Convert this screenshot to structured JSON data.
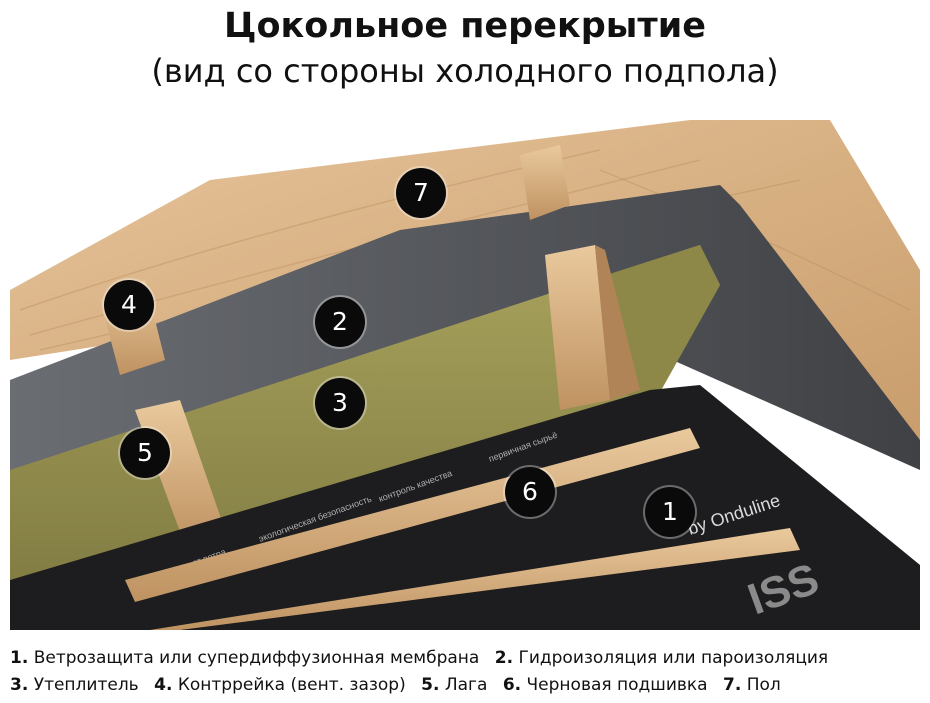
{
  "title": "Цокольное перекрытие",
  "subtitle": "(вид со стороны холодного подпола)",
  "colors": {
    "wood": "#d8b48a",
    "wood_dark": "#b98f63",
    "membrane_grey": "#5b5e63",
    "insulation": "#9a9553",
    "black_membrane": "#1d1d1f",
    "badge": "#0a0a0a"
  },
  "membrane_print": {
    "brand": "by Onduline",
    "logo": "ISS",
    "phrases": [
      "защищено от ветра",
      "экологическая безопасность",
      "контроль качества",
      "первичная сырьё"
    ]
  },
  "badges": [
    "1",
    "2",
    "3",
    "4",
    "5",
    "6",
    "7"
  ],
  "legend": {
    "row1": [
      {
        "num": "1.",
        "text": "Ветрозащита или супердиффузионная мембрана"
      },
      {
        "num": "2.",
        "text": "Гидроизоляция или пароизоляция"
      }
    ],
    "row2": [
      {
        "num": "3.",
        "text": "Утеплитель"
      },
      {
        "num": "4.",
        "text": "Контррейка (вент. зазор)"
      },
      {
        "num": "5.",
        "text": "Лага"
      },
      {
        "num": "6.",
        "text": "Черновая подшивка"
      },
      {
        "num": "7.",
        "text": "Пол"
      }
    ]
  }
}
